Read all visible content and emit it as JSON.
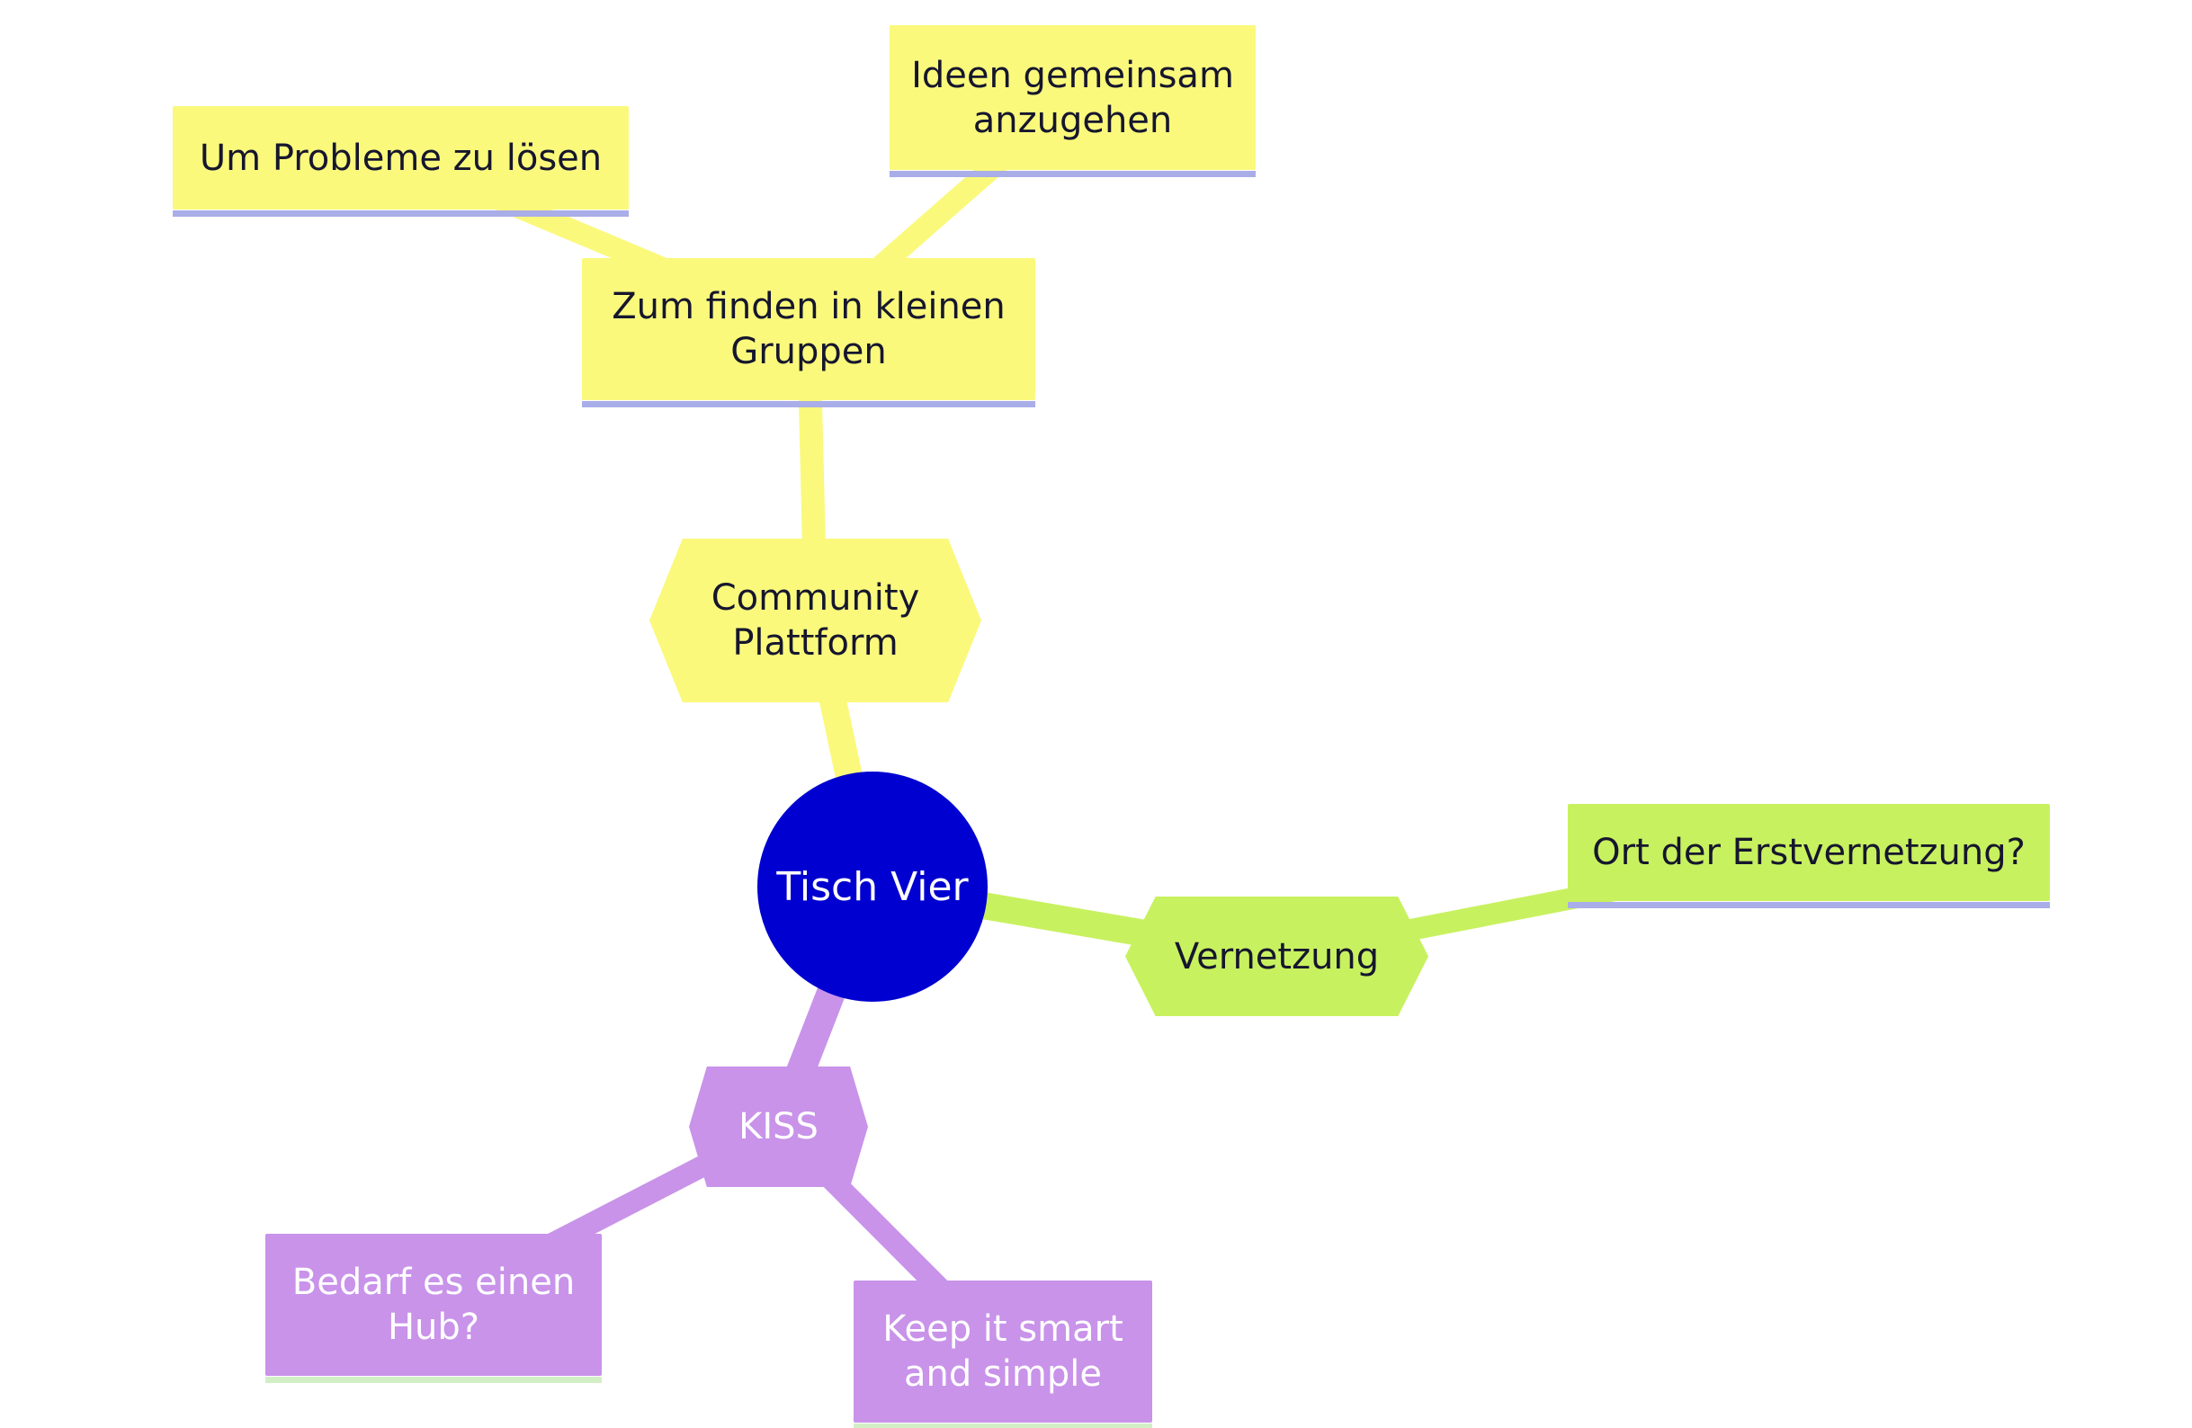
{
  "nodes": {
    "root": {
      "label": "Tisch Vier"
    },
    "community_plattform": {
      "label": "Community Plattform"
    },
    "zum_finden": {
      "label": "Zum finden in kleinen Gruppen"
    },
    "um_probleme": {
      "label": "Um Probleme zu lösen"
    },
    "ideen": {
      "label": "Ideen gemeinsam anzugehen"
    },
    "vernetzung": {
      "label": "Vernetzung"
    },
    "ort_erstvernetzung": {
      "label": "Ort der Erstvernetzung?"
    },
    "kiss": {
      "label": "KISS"
    },
    "hub": {
      "label": "Bedarf es einen Hub?"
    },
    "keep_it_smart": {
      "label": "Keep it smart and simple"
    }
  },
  "colors": {
    "yellow": "#FAF97C",
    "green": "#C8F15F",
    "purple": "#C893E9",
    "root_blue": "#0000D0",
    "underline_lavender": "#A9ADE8",
    "underline_pale_green": "#D2EFC6",
    "text_dark": "#16162E",
    "text_light": "#FFFFFF"
  }
}
